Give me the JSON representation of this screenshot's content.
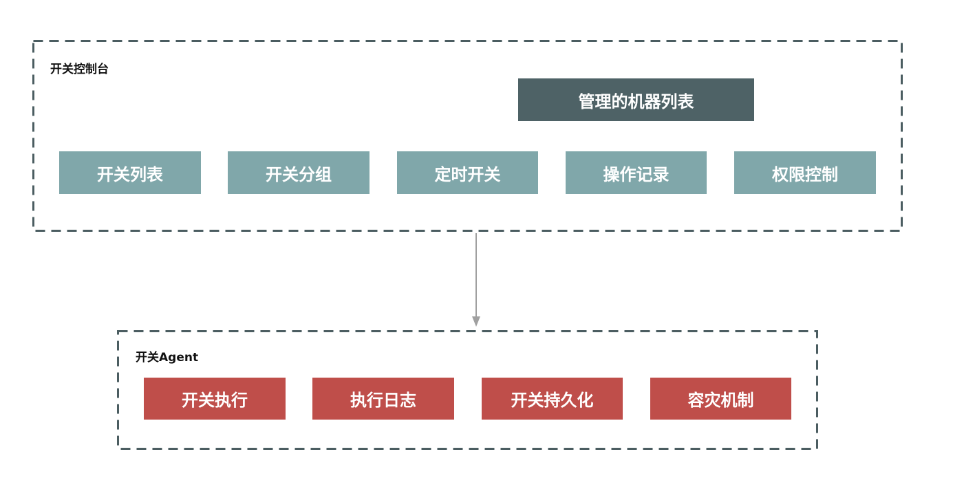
{
  "console": {
    "title": "开关控制台",
    "machine_list": "管理的机器列表",
    "modules": [
      "开关列表",
      "开关分组",
      "定时开关",
      "操作记录",
      "权限控制"
    ]
  },
  "agent": {
    "title": "开关Agent",
    "modules": [
      "开关执行",
      "执行日志",
      "开关持久化",
      "容灾机制"
    ]
  },
  "colors": {
    "border": "#4b5d61",
    "console_module": "#80a7aa",
    "machine_list": "#4e6266",
    "agent_module": "#bf4e4a",
    "connector": "#a0a0a0"
  }
}
